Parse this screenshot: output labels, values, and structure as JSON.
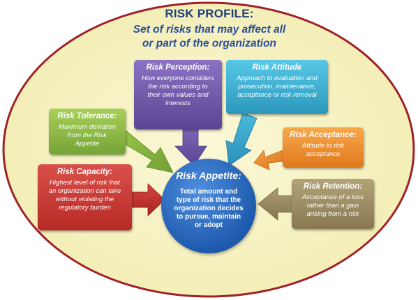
{
  "title": "RISK PROFILE:",
  "subtitle_line1": "Set of risks that may affect all",
  "subtitle_line2": "or part of the organization",
  "center": {
    "heading": "Risk Appetite:",
    "line1": "Total amount and",
    "line2": "type of risk that the",
    "line3": "organization decides",
    "line4": "to pursue, maintain",
    "line5": "or adopt"
  },
  "perception": {
    "heading": "Risk Perception:",
    "line1": "How everyone considers",
    "line2": "the risk according to",
    "line3": "their own values and",
    "line4": "interests"
  },
  "attitude": {
    "heading": "Risk Attitude",
    "line1": "Approach to evaluation and",
    "line2": "prosecution, maintenance,",
    "line3": "acceptance or risk removal"
  },
  "tolerance": {
    "heading": "Risk Tolerance:",
    "line1": "Maximum deviation",
    "line2": "from the Risk",
    "line3": "Appetite"
  },
  "acceptance": {
    "heading": "Risk Acceptance:",
    "line1": "Attitude to risk",
    "line2": "acceptance"
  },
  "capacity": {
    "heading": "Risk Capacity:",
    "line1": "Highest level of risk that",
    "line2": "an organization can take",
    "line3": "without violating the",
    "line4": "regulatory burden"
  },
  "retention": {
    "heading": "Risk Retention:",
    "line1": "Acceptance of a loss",
    "line2": "rather than a gain",
    "line3": "arising from a risk"
  },
  "colors": {
    "ellipse_fill": "#f7f3c2",
    "ellipse_stroke": "#a0202a",
    "perception": "#6f57a8",
    "attitude": "#3aafd4",
    "tolerance": "#8dbb45",
    "acceptance": "#ee8c2d",
    "capacity": "#c93833",
    "retention": "#a08f62",
    "center": "#2a6bc4",
    "title": "#1f3f7a"
  }
}
